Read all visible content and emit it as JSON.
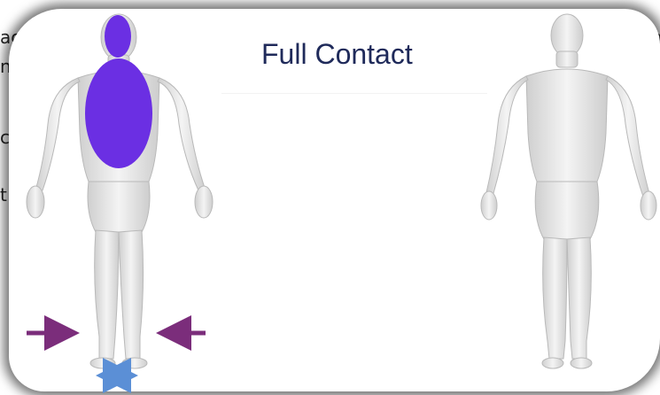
{
  "background_fragments": {
    "line1": "aca",
    "line2": "n",
    "line3": "ca",
    "line4": "t",
    "right1": "ha"
  },
  "slide": {
    "title": "Full Contact"
  },
  "colors": {
    "contact_zone": "#6b2fe3",
    "side_arrow": "#7b2d7b",
    "double_arrow": "#5b8fd6",
    "title": "#1f2a5a",
    "figure": "#dedede"
  },
  "figures": [
    {
      "name": "front-view",
      "contact_zones": [
        "head",
        "torso"
      ]
    },
    {
      "name": "back-view",
      "contact_zones": []
    }
  ]
}
